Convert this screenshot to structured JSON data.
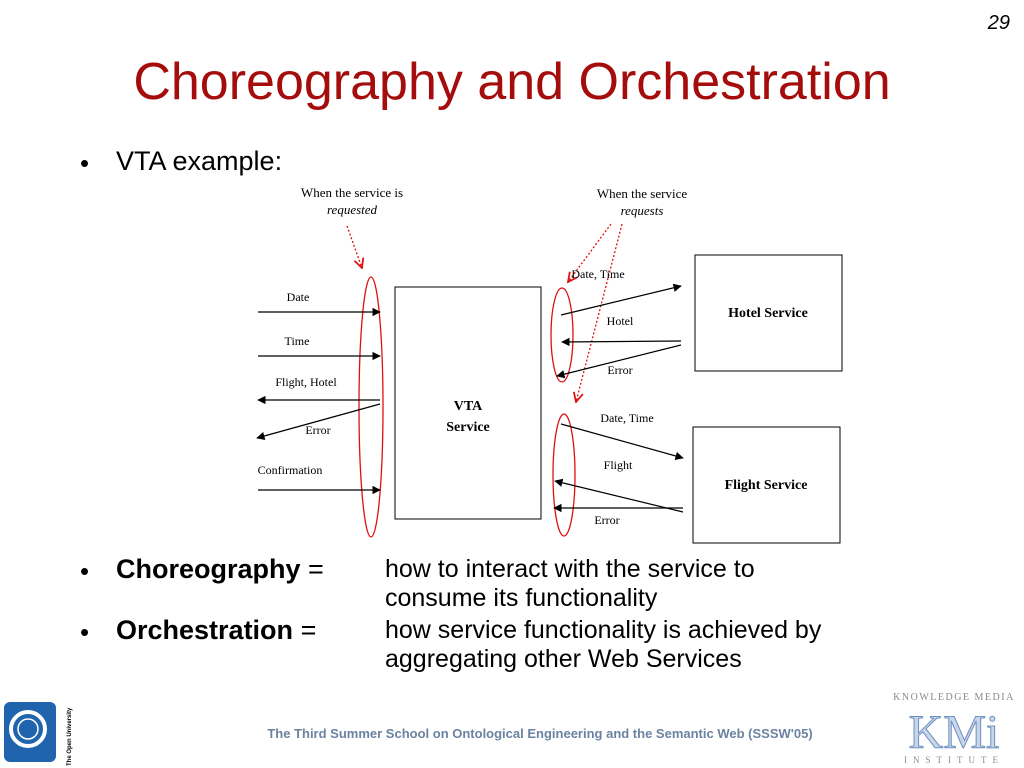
{
  "slide": {
    "page_number": "29",
    "title": "Choreography and Orchestration",
    "bullet_vta": "VTA example:",
    "bullets": [
      {
        "term": "Choreography",
        "eq": "=",
        "definition": "how to interact with the service to consume its functionality"
      },
      {
        "term": "Orchestration",
        "eq": "=",
        "definition": "how service functionality is achieved by aggregating other Web Services"
      }
    ]
  },
  "diagram": {
    "annotation_requested_line1": "When the service is",
    "annotation_requested_line2": "requested",
    "annotation_requests_line1": "When the service",
    "annotation_requests_line2": "requests",
    "vta_line1": "VTA",
    "vta_line2": "Service",
    "hotel_service": "Hotel Service",
    "flight_service": "Flight Service",
    "left_messages": [
      "Date",
      "Time",
      "Flight, Hotel",
      "Error",
      "Confirmation"
    ],
    "hotel_messages": [
      "Date, Time",
      "Hotel",
      "Error"
    ],
    "flight_messages": [
      "Date, Time",
      "Flight",
      "Error"
    ],
    "ellipse_color": "#e01010"
  },
  "footer": {
    "text": "The Third Summer School on Ontological Engineering and the Semantic Web (SSSW'05)",
    "ou_logo_text": "The Open University",
    "kmi_top": "KNOWLEDGE MEDIA",
    "kmi_mark": "KMi",
    "kmi_bottom": "INSTITUTE"
  }
}
